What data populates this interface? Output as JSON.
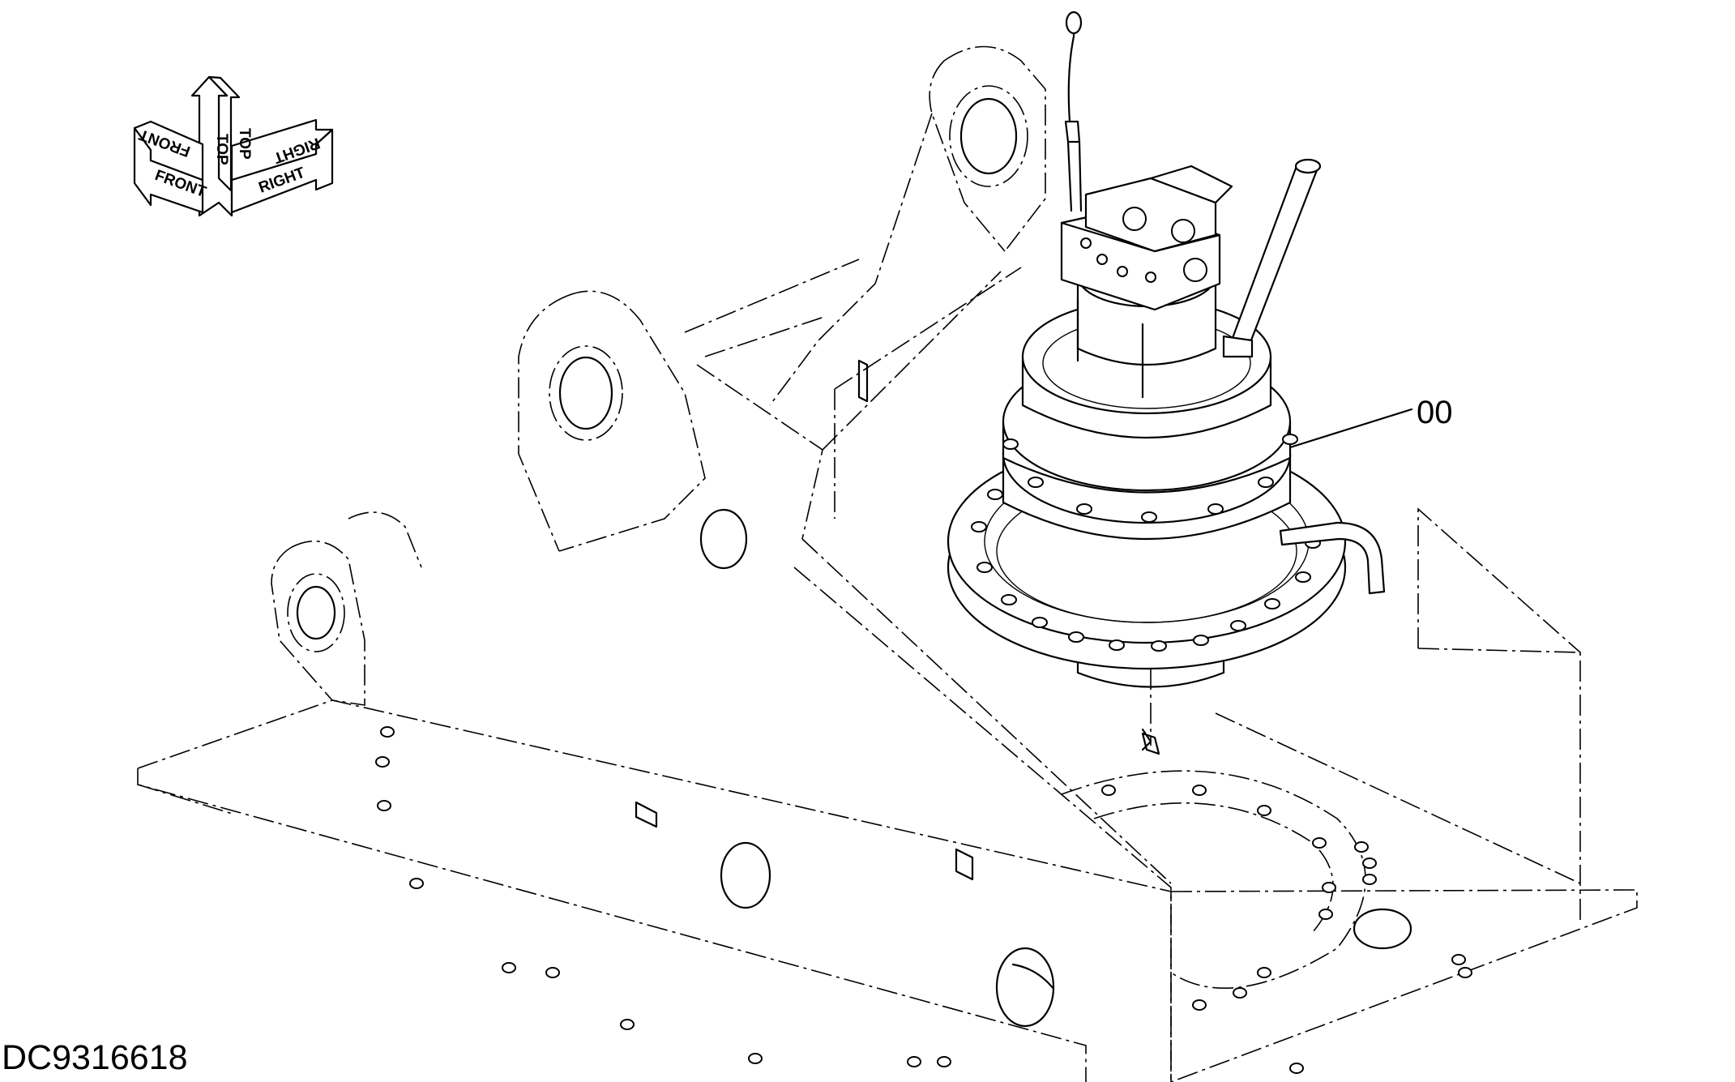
{
  "drawing_id": "DC9316618",
  "callouts": [
    {
      "label": "00",
      "target": "swing-motor-reduction-assembly"
    }
  ],
  "orientation_indicator": {
    "labels": {
      "front": "FRONT",
      "top": "TOP",
      "right": "RIGHT",
      "front_mirrored": "FRONT",
      "top_mirrored": "TOP",
      "right_mirrored": "RIGHT"
    }
  }
}
